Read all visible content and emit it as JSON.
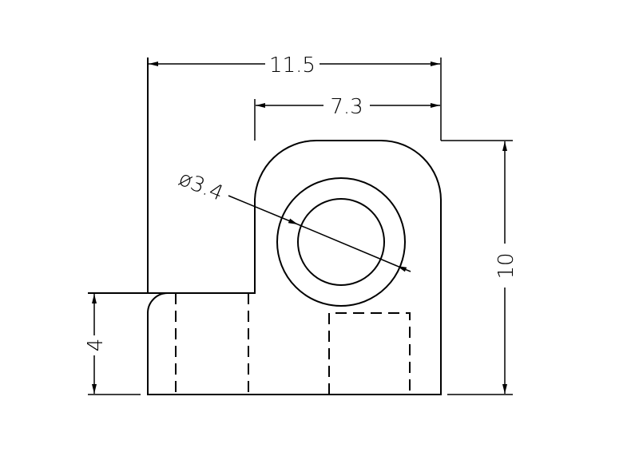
{
  "drawing": {
    "dimensions": {
      "overall_width": "11.5",
      "upper_width": "7.3",
      "height": "10",
      "step_height": "4",
      "hole_diameter": "ø3.4"
    },
    "line_color": "#000000",
    "background": "#ffffff"
  }
}
